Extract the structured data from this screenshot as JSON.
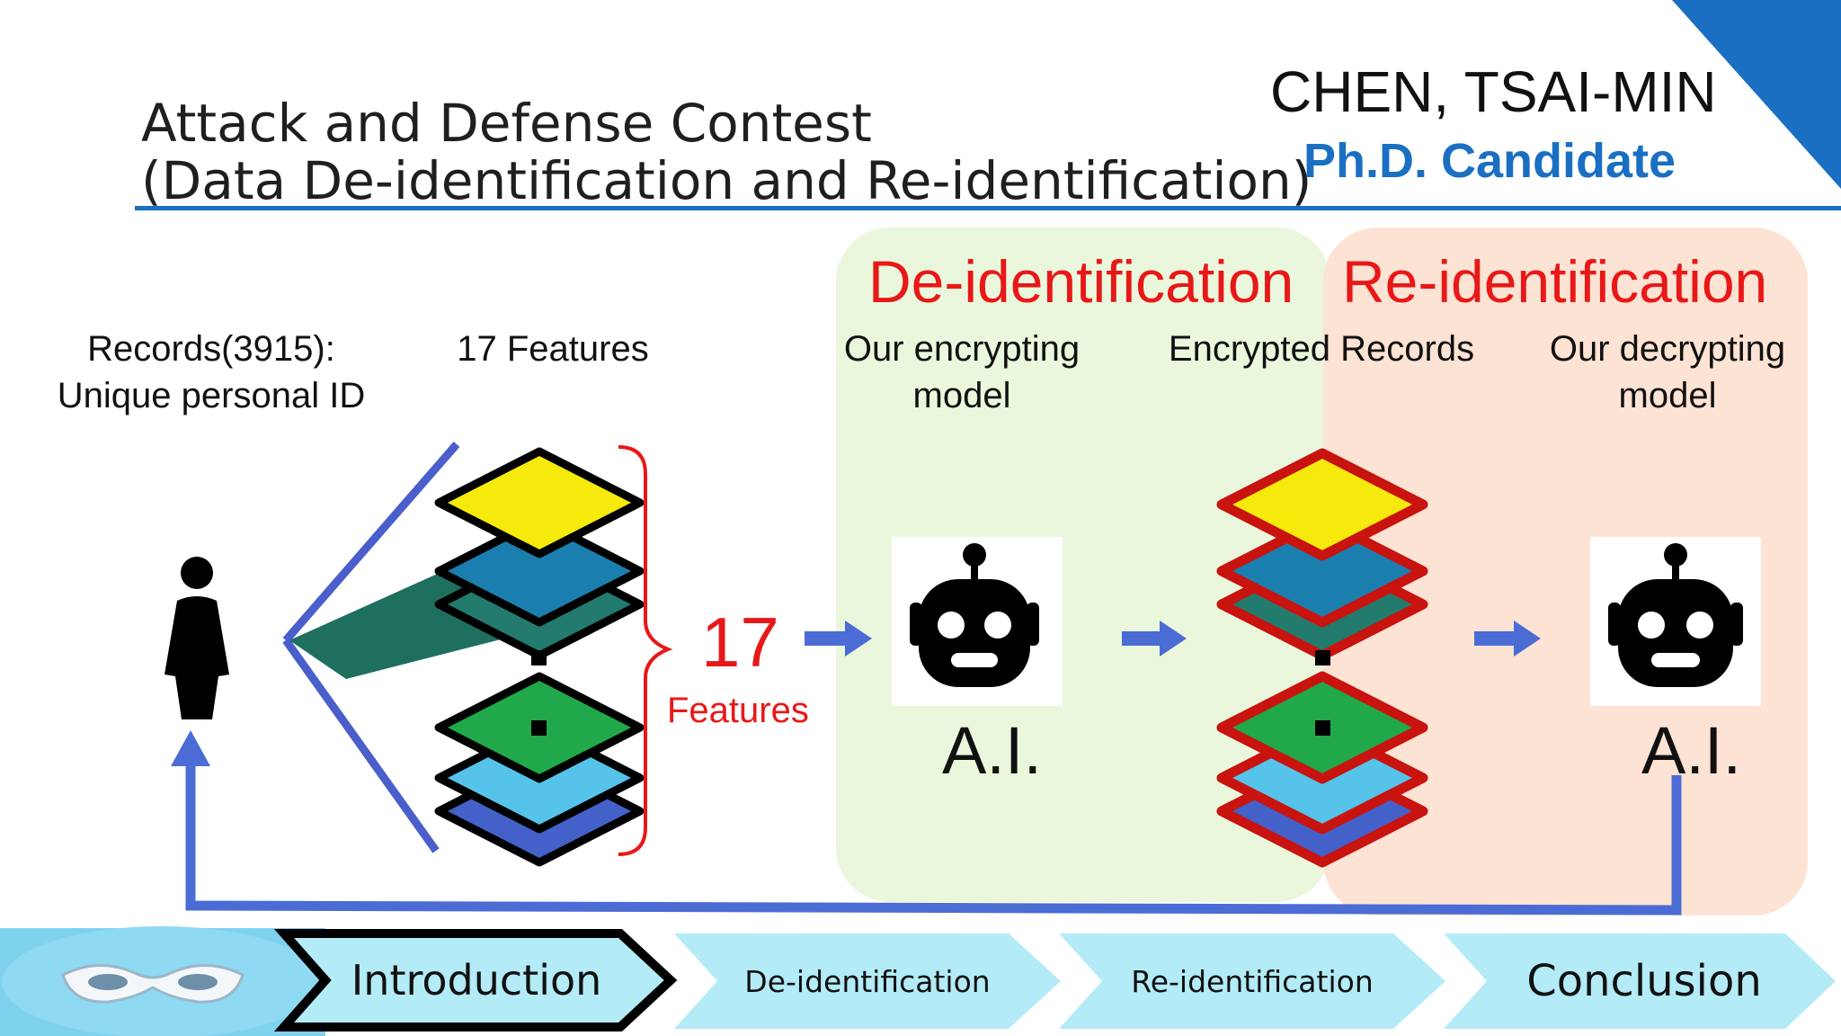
{
  "title": {
    "line1": "Attack and Defense Contest",
    "line2": "(Data De-identification and Re-identification)"
  },
  "author": {
    "name": "CHEN, TSAI-MIN",
    "role": "Ph.D. Candidate"
  },
  "sections": {
    "deid_heading": "De-identification",
    "reid_heading": "Re-identification"
  },
  "labels": {
    "records_line1": "Records(3915):",
    "records_line2": "Unique personal ID",
    "features": "17 Features",
    "enc_model_line1": "Our encrypting",
    "enc_model_line2": "model",
    "encrypted_records": "Encrypted Records",
    "dec_model_line1": "Our decrypting",
    "dec_model_line2": "model"
  },
  "features_count": {
    "number": "17",
    "word": "Features"
  },
  "ai": {
    "encrypt_label": "A.I.",
    "decrypt_label": "A.I."
  },
  "nav": {
    "items": [
      {
        "label": "Introduction",
        "active": true
      },
      {
        "label": "De-identification",
        "active": false
      },
      {
        "label": "Re-identification",
        "active": false
      },
      {
        "label": "Conclusion",
        "active": false
      }
    ]
  },
  "colors": {
    "accent_blue": "#1a6fc2",
    "deid_bg": "#eaf7dc",
    "reid_bg": "#fde3d4",
    "red": "#e81818",
    "arrow": "#4a6cd4",
    "nav_fill": "#b3ebf7"
  },
  "icons": [
    "person-icon",
    "layer-stack-icon",
    "robot-icon",
    "mask-icon",
    "arrow-right-icon"
  ]
}
